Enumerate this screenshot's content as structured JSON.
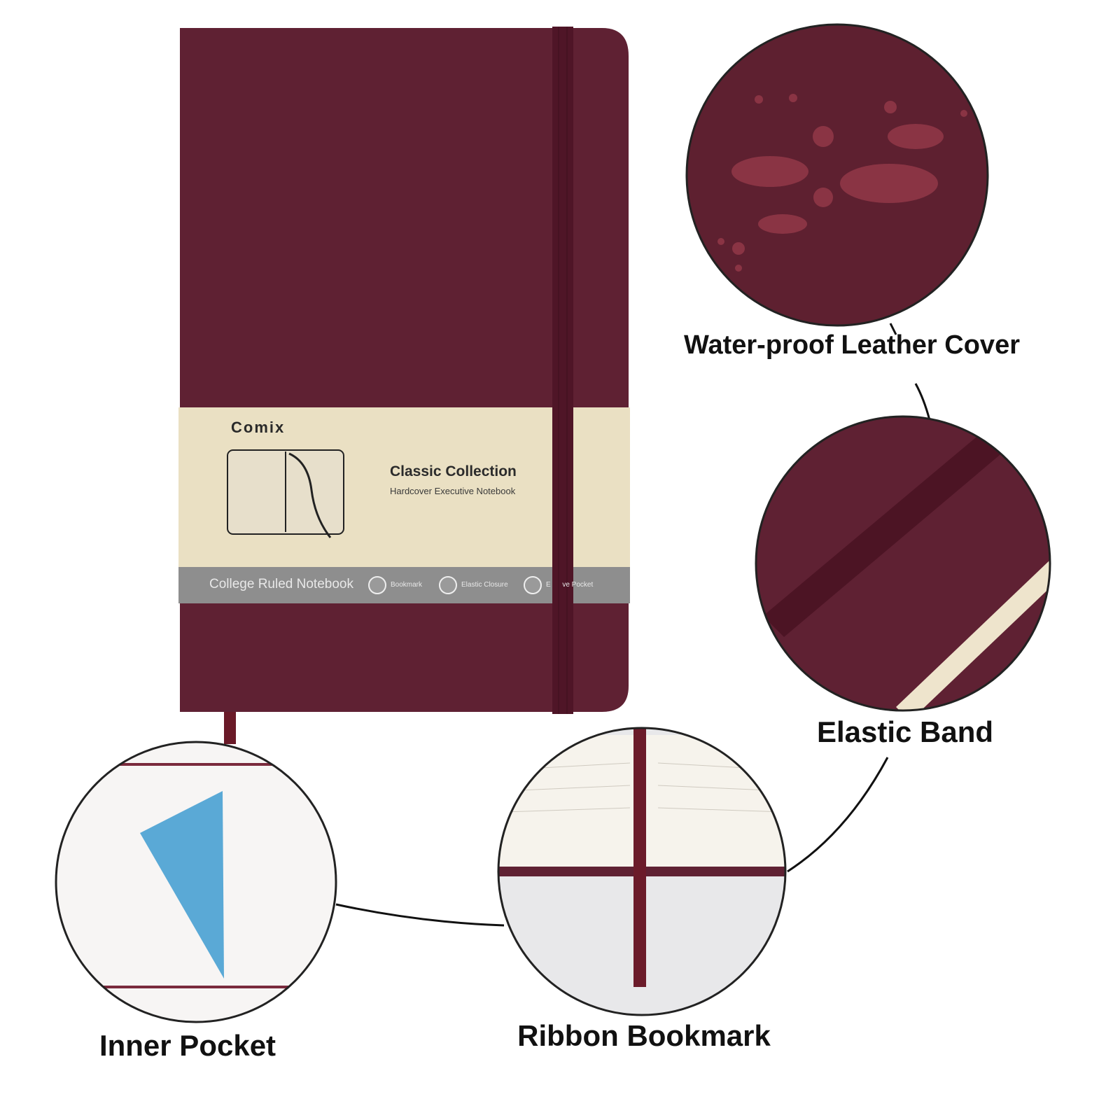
{
  "notebook": {
    "brand": "Comix",
    "title": "Classic Collection",
    "subtitle": "Hardcover Executive Notebook",
    "strip_text": "College Ruled Notebook",
    "features": [
      {
        "label": "Bookmark",
        "icon": "bookmark-icon"
      },
      {
        "label": "Elastic Closure",
        "icon": "elastic-closure-icon"
      },
      {
        "label": "E      ve Pocket",
        "icon": "pocket-icon"
      }
    ],
    "cover_color": "#5f2133",
    "band_color": "#eae0c3",
    "strip_color": "#8c8c8c"
  },
  "callouts": {
    "waterproof": "Water-proof Leather Cover",
    "elastic": "Elastic Band",
    "ribbon": "Ribbon Bookmark",
    "pocket": "Inner Pocket"
  }
}
